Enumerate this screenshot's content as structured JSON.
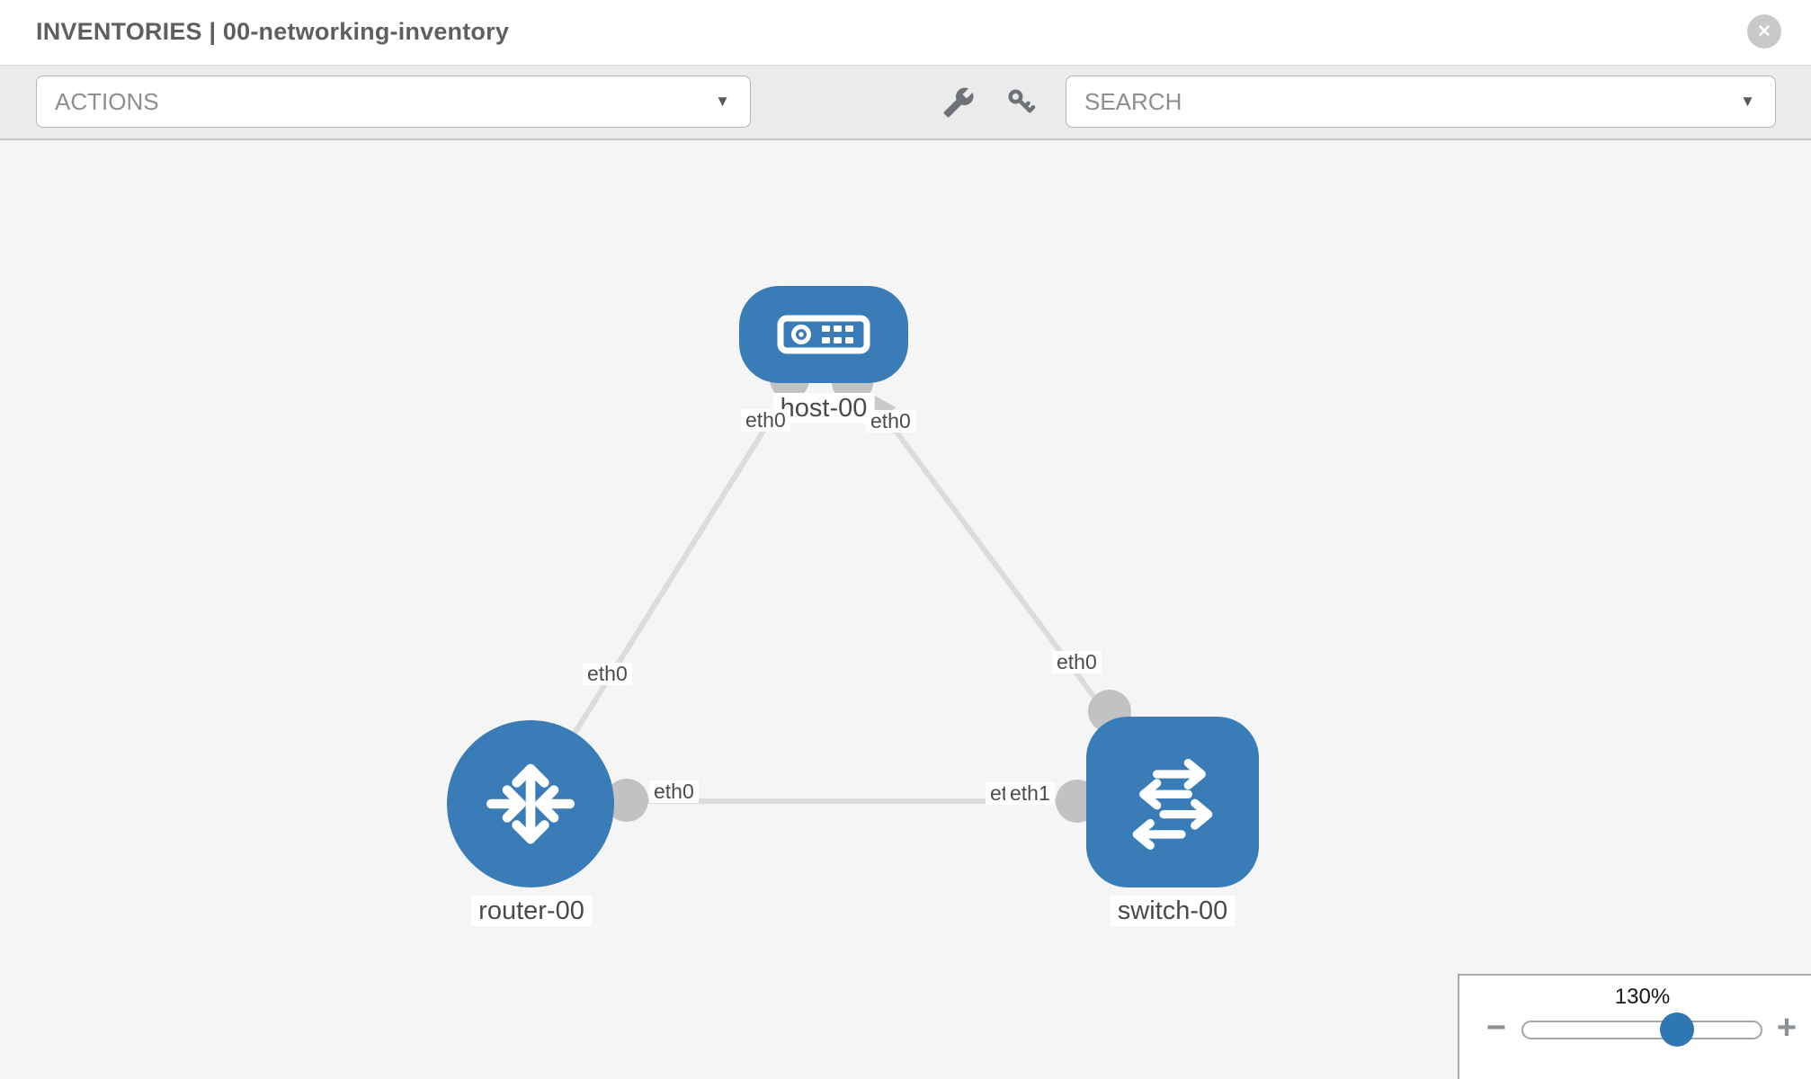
{
  "header": {
    "title": "INVENTORIES | 00-networking-inventory"
  },
  "toolbar": {
    "actions_label": "ACTIONS",
    "search_label": "SEARCH"
  },
  "icons": {
    "close": "✕",
    "dropdown_caret": "▼",
    "wrench": "wrench-icon",
    "key": "key-icon",
    "zoom_out": "−",
    "zoom_in": "+"
  },
  "topology": {
    "nodes": {
      "host": {
        "label": "host-00",
        "type": "host"
      },
      "router": {
        "label": "router-00",
        "type": "router"
      },
      "switch": {
        "label": "switch-00",
        "type": "switch"
      }
    },
    "links": [
      {
        "from": "host-00",
        "to": "router-00",
        "from_iface": "eth0",
        "to_iface": "eth0"
      },
      {
        "from": "host-00",
        "to": "switch-00",
        "from_iface": "eth0",
        "to_iface": "eth0"
      },
      {
        "from": "router-00",
        "to": "switch-00",
        "from_iface": "eth0",
        "to_iface": "eth1",
        "to_iface_overlap": "eth0"
      }
    ]
  },
  "zoom_control": {
    "level": "130%"
  },
  "colors": {
    "node_blue": "#3a7cb8",
    "link_gray": "#dcdcdc",
    "iface_circle_gray": "#c2c2c2",
    "toolbar_bg": "#ebebeb",
    "canvas_bg": "#f5f5f5",
    "slider_thumb_blue": "#2e77b4"
  }
}
